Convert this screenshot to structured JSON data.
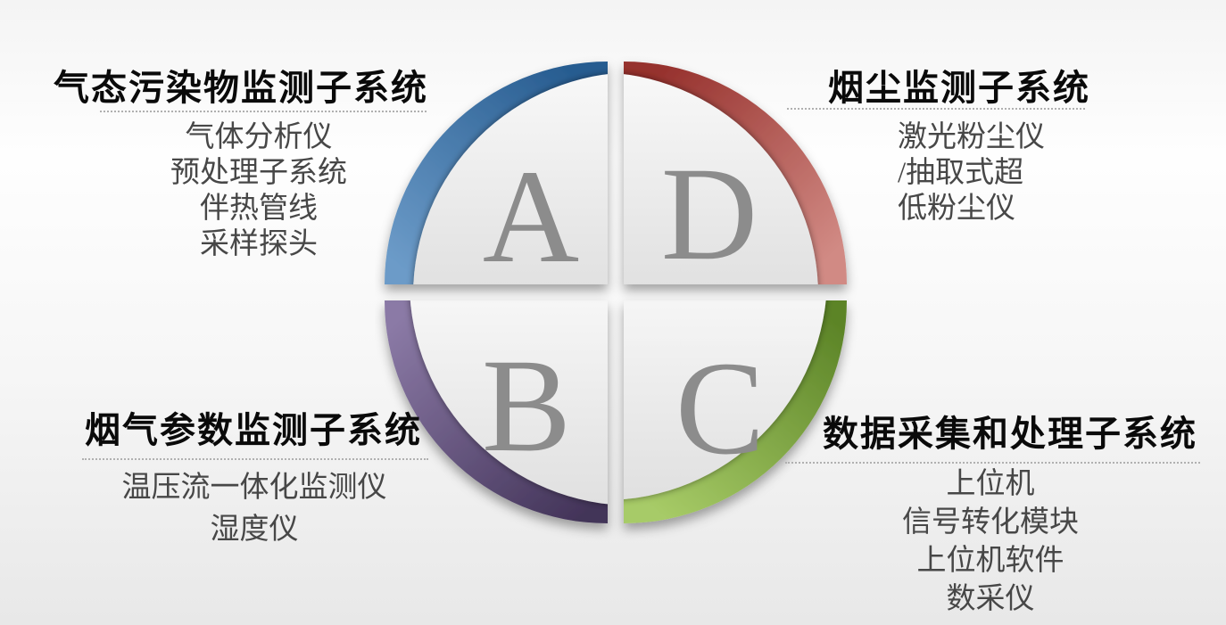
{
  "wheel": {
    "letters": {
      "a": "A",
      "b": "B",
      "c": "C",
      "d": "D"
    },
    "colors": {
      "letter": "#8c8c8c",
      "blue": {
        "dark": "#275c90",
        "light": "#6c9bc8"
      },
      "red": {
        "dark": "#96312d",
        "light": "#d18a84"
      },
      "purple": {
        "dark": "#433459",
        "light": "#8b7aa6"
      },
      "green": {
        "dark": "#5c8427",
        "light": "#a7cb67"
      }
    }
  },
  "sections": {
    "gas": {
      "title": "气态污染物监测子系统",
      "items": [
        "气体分析仪",
        "预处理子系统",
        "伴热管线",
        "采样探头"
      ]
    },
    "dust": {
      "title": "烟尘监测子系统",
      "items": [
        "激光粉尘仪",
        "/抽取式超",
        "低粉尘仪"
      ]
    },
    "flue": {
      "title": "烟气参数监测子系统",
      "items": [
        "温压流一体化监测仪",
        "湿度仪"
      ]
    },
    "data": {
      "title": "数据采集和处理子系统",
      "items": [
        "上位机",
        "信号转化模块",
        "上位机软件",
        "数采仪"
      ]
    }
  }
}
